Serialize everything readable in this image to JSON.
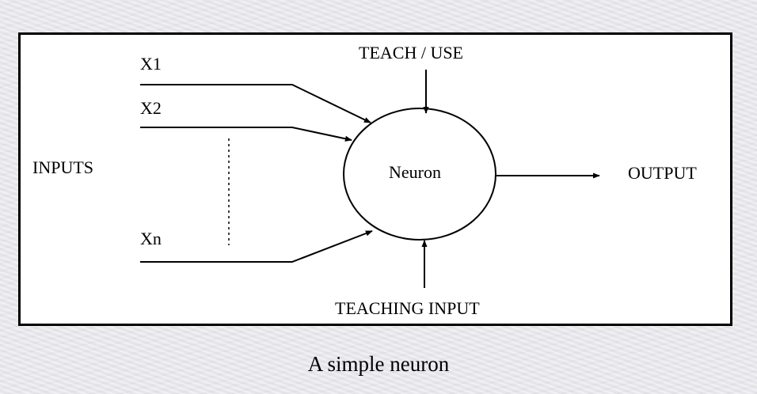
{
  "diagram": {
    "teach_use_label": "TEACH / USE",
    "input_x1_label": "X1",
    "input_x2_label": "X2",
    "input_xn_label": "Xn",
    "inputs_label": "INPUTS",
    "neuron_label": "Neuron",
    "output_label": "OUTPUT",
    "teaching_input_label": "TEACHING INPUT",
    "edges": [
      {
        "from": "X1",
        "to": "Neuron"
      },
      {
        "from": "X2",
        "to": "Neuron"
      },
      {
        "from": "Xn",
        "to": "Neuron"
      },
      {
        "from": "TEACH / USE",
        "to": "Neuron"
      },
      {
        "from": "TEACHING INPUT",
        "to": "Neuron"
      },
      {
        "from": "Neuron",
        "to": "OUTPUT"
      }
    ]
  },
  "caption": "A simple neuron"
}
